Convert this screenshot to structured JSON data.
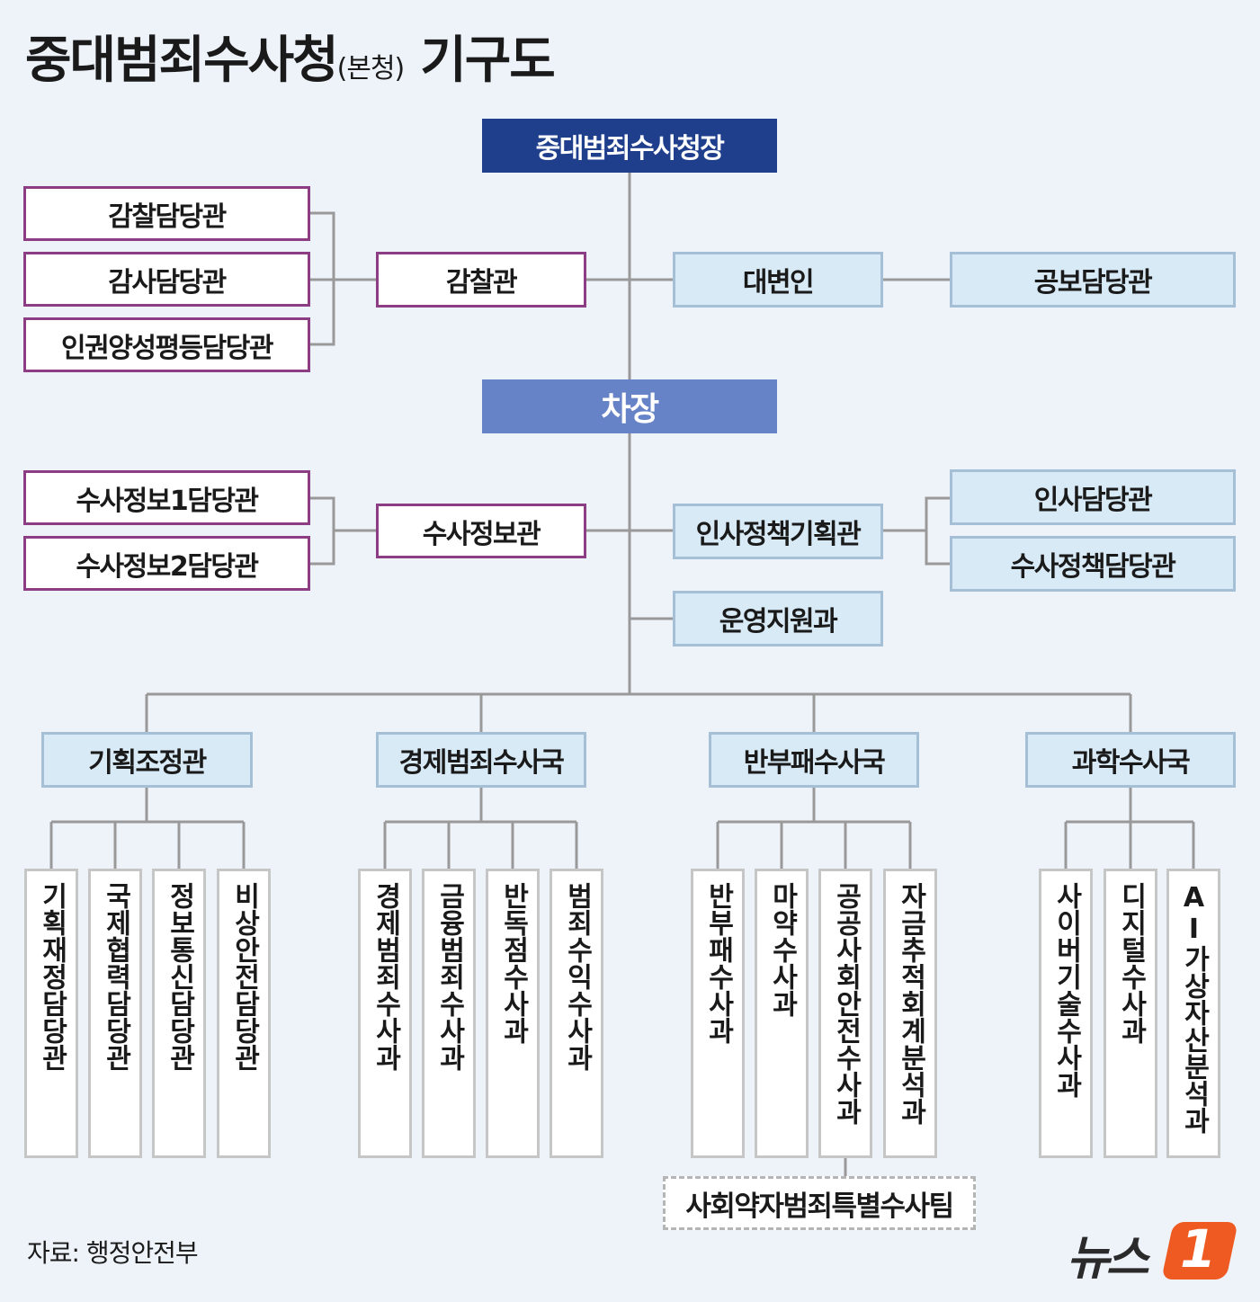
{
  "title": {
    "main": "중대범죄수사청",
    "sub": "(본청)",
    "main2": "기구도"
  },
  "chart_data": {
    "type": "org-chart",
    "head": "중대범죄수사청장",
    "deputy": "차장",
    "inspector": {
      "name": "감찰관",
      "subs": [
        "감찰담당관",
        "감사담당관",
        "인권양성평등담당관"
      ]
    },
    "spokesperson": {
      "name": "대변인",
      "subs": [
        "공보담당관"
      ]
    },
    "intel": {
      "name": "수사정보관",
      "subs": [
        "수사정보1담당관",
        "수사정보2담당관"
      ]
    },
    "policy": {
      "name": "인사정책기획관",
      "subs": [
        "인사담당관",
        "수사정책담당관"
      ]
    },
    "support": "운영지원과",
    "bureaus": [
      {
        "name": "기획조정관",
        "subs": [
          "기획재정담당관",
          "국제협력담당관",
          "정보통신담당관",
          "비상안전담당관"
        ]
      },
      {
        "name": "경제범죄수사국",
        "subs": [
          "경제범죄수사과",
          "금융범죄수사과",
          "반독점수사과",
          "범죄수익수사과"
        ]
      },
      {
        "name": "반부패수사국",
        "subs": [
          "반부패수사과",
          "마약수사과",
          "공공사회안전수사과",
          "자금추적회계분석과"
        ],
        "team": "사회약자범죄특별수사팀"
      },
      {
        "name": "과학수사국",
        "subs": [
          "사이버기술수사과",
          "디지털수사과",
          "AI가상자산분석과"
        ]
      }
    ]
  },
  "source": "자료: 행정안전부",
  "logo": {
    "text": "뉴스",
    "num": "1"
  },
  "colors": {
    "navy": "#1f3f8c",
    "blue": "#6783c7",
    "purple": "#8d3d84",
    "light": "#d8eaf6",
    "orange": "#ee5a21",
    "line": "#999999"
  }
}
